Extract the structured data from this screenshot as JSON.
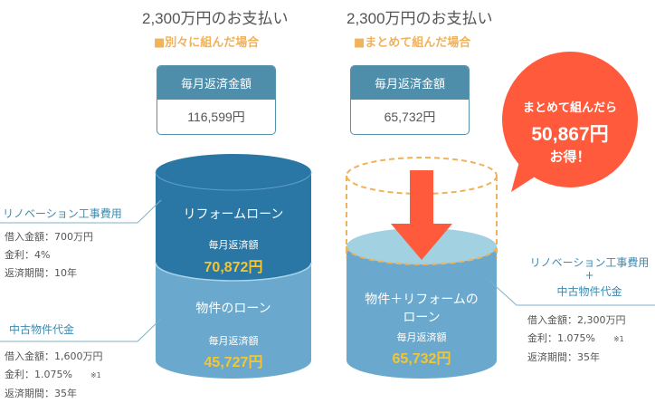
{
  "left": {
    "title": "2,300万円のお支払い",
    "subtitle": "■別々に組んだ場合",
    "pay_box": {
      "label": "毎月返済金額",
      "value": "116,599円"
    },
    "top_cylinder": {
      "title": "リフォームローン",
      "label": "毎月返済額",
      "amount": "70,872円"
    },
    "bottom_cylinder": {
      "title": "物件のローン",
      "label": "毎月返済額",
      "amount": "45,727円"
    },
    "renovation": {
      "label": "リノベーション工事費用",
      "details": [
        "借入金額：700万円",
        "金利：4%",
        "返済期間：10年"
      ]
    },
    "property": {
      "label": "中古物件代金",
      "details": [
        "借入金額：1,600万円",
        "金利：1.075%",
        "返済期間：35年"
      ],
      "note": "※1"
    }
  },
  "right": {
    "title": "2,300万円のお支払い",
    "subtitle": "■まとめて組んだ場合",
    "pay_box": {
      "label": "毎月返済金額",
      "value": "65,732円"
    },
    "cylinder": {
      "title_line1": "物件＋リフォームの",
      "title_line2": "ローン",
      "label": "毎月返済額",
      "amount": "65,732円"
    },
    "combined": {
      "label_line1": "リノベーション工事費用",
      "label_plus": "+",
      "label_line2": "中古物件代金",
      "details": [
        "借入金額：2,300万円",
        "金利：1.075%",
        "返済期間：35年"
      ],
      "note": "※1"
    }
  },
  "bubble": {
    "line1": "まとめて組んだら",
    "amount": "50,867円",
    "line3": "お得！"
  },
  "colors": {
    "dark_blue": "#2a77a6",
    "mid_blue": "#6aa9cd",
    "light_blue": "#a2d1e2",
    "header_blue": "#4f8eab",
    "orange": "#f0b25a",
    "red": "#ff5a3c",
    "yellow": "#f3c633"
  }
}
